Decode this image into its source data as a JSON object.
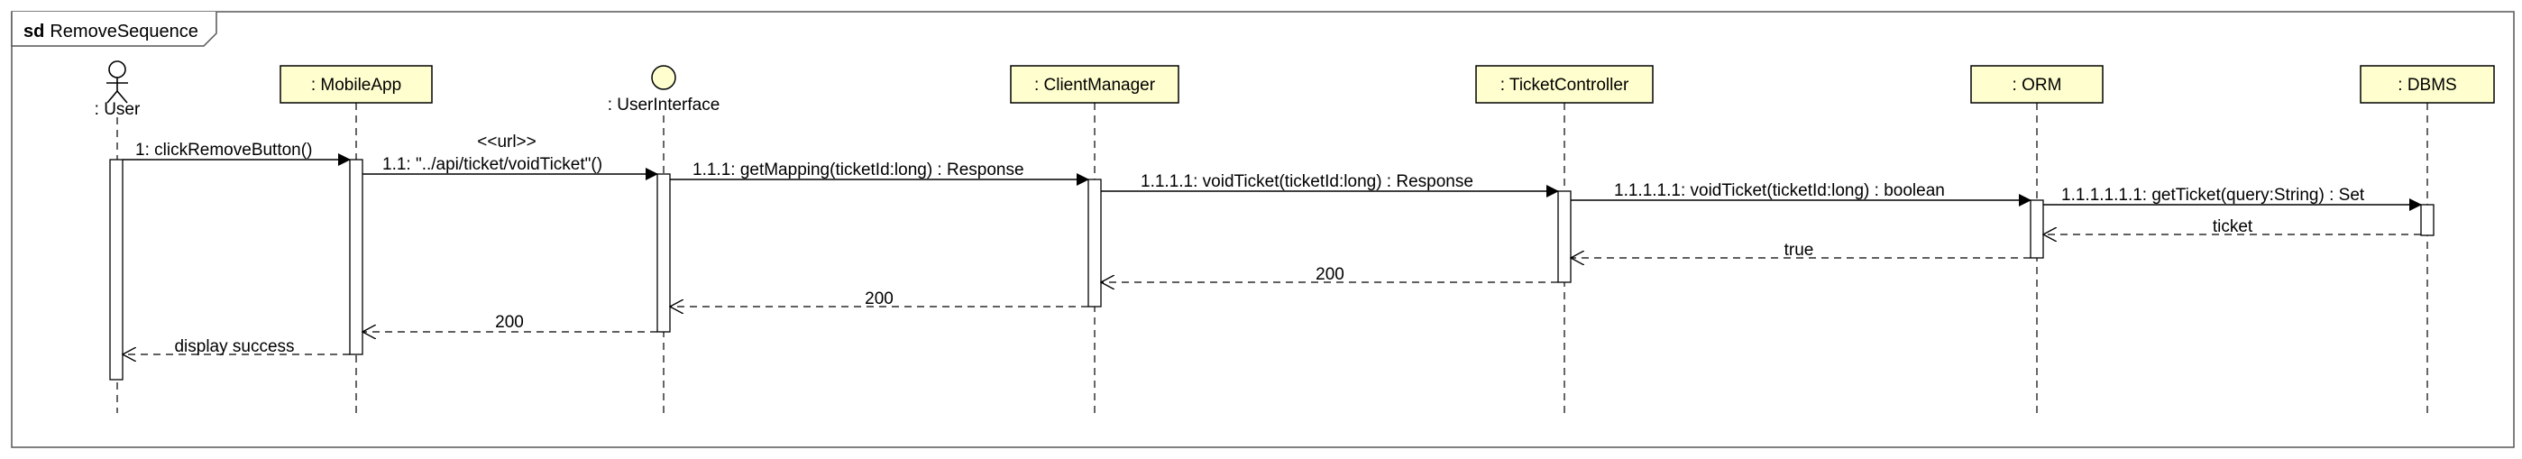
{
  "frame": {
    "keyword": "sd",
    "name": "RemoveSequence"
  },
  "participants": [
    {
      "id": "user",
      "label": ": User",
      "kind": "actor"
    },
    {
      "id": "mobileapp",
      "label": ": MobileApp",
      "kind": "box"
    },
    {
      "id": "userinterface",
      "label": ": UserInterface",
      "kind": "interface"
    },
    {
      "id": "clientmanager",
      "label": ": ClientManager",
      "kind": "box"
    },
    {
      "id": "ticketcontroller",
      "label": ": TicketController",
      "kind": "box"
    },
    {
      "id": "orm",
      "label": ": ORM",
      "kind": "box"
    },
    {
      "id": "dbms",
      "label": ": DBMS",
      "kind": "box"
    }
  ],
  "messages": [
    {
      "from": "user",
      "to": "mobileapp",
      "text": "1: clickRemoveButton()",
      "type": "sync"
    },
    {
      "from": "mobileapp",
      "to": "userinterface",
      "text": "1.1: \"../api/ticket/voidTicket\"()",
      "stereotype": "<<url>>",
      "type": "sync"
    },
    {
      "from": "userinterface",
      "to": "clientmanager",
      "text": "1.1.1: getMapping(ticketId:long) : Response",
      "type": "sync"
    },
    {
      "from": "clientmanager",
      "to": "ticketcontroller",
      "text": "1.1.1.1: voidTicket(ticketId:long) : Response",
      "type": "sync"
    },
    {
      "from": "ticketcontroller",
      "to": "orm",
      "text": "1.1.1.1.1: voidTicket(ticketId:long) : boolean",
      "type": "sync"
    },
    {
      "from": "orm",
      "to": "dbms",
      "text": "1.1.1.1.1.1: getTicket(query:String) : Set",
      "type": "sync"
    },
    {
      "from": "dbms",
      "to": "orm",
      "text": "ticket",
      "type": "return"
    },
    {
      "from": "orm",
      "to": "ticketcontroller",
      "text": "true",
      "type": "return"
    },
    {
      "from": "ticketcontroller",
      "to": "clientmanager",
      "text": "200",
      "type": "return"
    },
    {
      "from": "clientmanager",
      "to": "userinterface",
      "text": "200",
      "type": "return"
    },
    {
      "from": "userinterface",
      "to": "mobileapp",
      "text": "200",
      "type": "return"
    },
    {
      "from": "mobileapp",
      "to": "user",
      "text": "display success",
      "type": "return"
    }
  ],
  "colors": {
    "participant_fill": "#fefece",
    "line": "#000000",
    "frame_line": "#555555",
    "background": "#ffffff"
  }
}
